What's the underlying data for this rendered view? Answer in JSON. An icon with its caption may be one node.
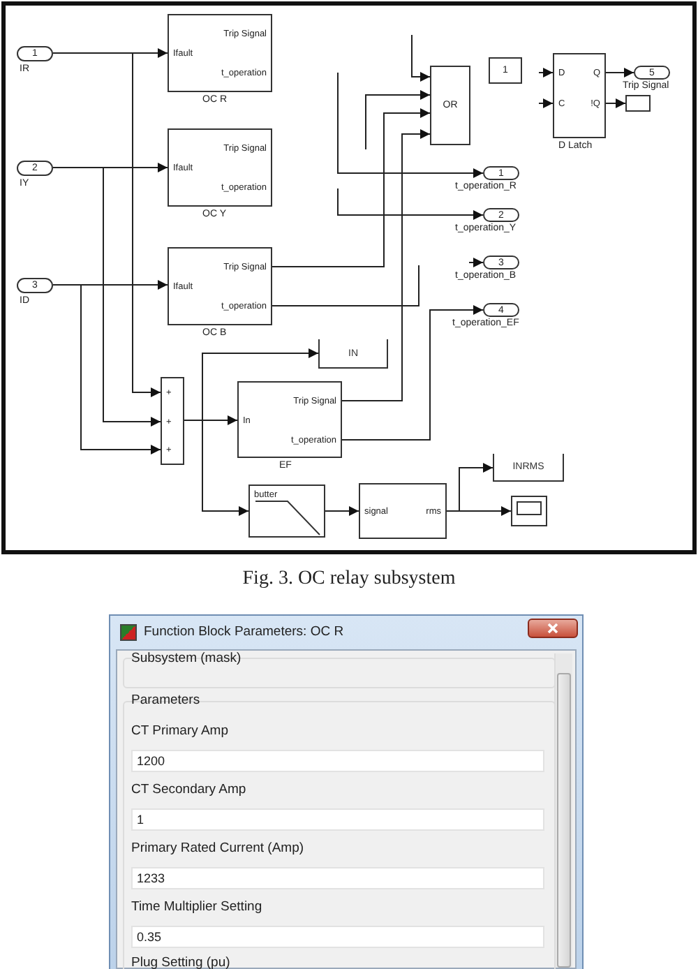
{
  "diagram": {
    "caption": "Fig. 3. OC relay subsystem",
    "nodes": [
      {
        "text": [
          "1"
        ],
        "beside": [
          "IR"
        ]
      },
      {
        "text": [
          "2"
        ],
        "beside": [
          "IY"
        ]
      },
      {
        "text": [
          "3"
        ],
        "beside": [
          "ID"
        ]
      },
      {
        "text": [
          "Ifault",
          "Trip Signal",
          "t_operation"
        ],
        "beside": [
          "OC R"
        ]
      },
      {
        "text": [
          "Ifault",
          "Trip Signal",
          "t_operation"
        ],
        "beside": [
          "OC Y"
        ]
      },
      {
        "text": [
          "Ifault",
          "Trip Signal",
          "t_operation"
        ],
        "beside": [
          "OC B"
        ]
      },
      {
        "text": [
          "OR"
        ]
      },
      {
        "text": [
          "1"
        ]
      },
      {
        "text": [
          "D",
          "C",
          "Q",
          "!Q"
        ],
        "beside": [
          "D Latch"
        ]
      },
      {
        "text": [
          "5"
        ],
        "beside": [
          "Trip Signal"
        ]
      },
      {
        "text": [],
        "shape": "box"
      },
      {
        "text": [
          "1"
        ],
        "beside": [
          "t_operation_R"
        ]
      },
      {
        "text": [
          "2"
        ],
        "beside": [
          "t_operation_Y"
        ]
      },
      {
        "text": [
          "3"
        ],
        "beside": [
          "t_operation_B"
        ]
      },
      {
        "text": [
          "4"
        ],
        "beside": [
          "t_operation_EF"
        ]
      },
      {
        "text": [
          "IN"
        ]
      },
      {
        "text": [
          "+",
          "+",
          "+"
        ]
      },
      {
        "text": [
          "In",
          "Trip Signal",
          "t_operation"
        ],
        "beside": [
          "EF"
        ]
      },
      {
        "text": [
          "butter"
        ]
      },
      {
        "text": [
          "signal",
          "rms"
        ]
      },
      {
        "text": [
          "INRMS"
        ]
      },
      {
        "text": [],
        "shape": "box"
      }
    ],
    "edges": [
      {
        "from": 0,
        "to": 3,
        "arrow": "to"
      },
      {
        "from": 0,
        "to": 16,
        "arrow": "to"
      },
      {
        "from": 1,
        "to": 4,
        "arrow": "to"
      },
      {
        "from": 1,
        "to": 16,
        "arrow": "to"
      },
      {
        "from": 2,
        "to": 5,
        "arrow": "to"
      },
      {
        "from": 2,
        "to": 16,
        "arrow": "to"
      },
      {
        "from": null,
        "to": 6,
        "arrow": "to"
      },
      {
        "from": null,
        "to": 6,
        "arrow": "to"
      },
      {
        "from": 5,
        "to": 6,
        "arrow": "to"
      },
      {
        "from": 17,
        "to": 6,
        "arrow": "to"
      },
      {
        "from": null,
        "to": 11,
        "arrow": "to"
      },
      {
        "from": null,
        "to": 12,
        "arrow": "to"
      },
      {
        "from": null,
        "to": 13,
        "arrow": "to"
      },
      {
        "from": 5,
        "to": null,
        "arrow": "none"
      },
      {
        "from": 17,
        "to": 14,
        "arrow": "to"
      },
      {
        "from": 16,
        "to": 17,
        "arrow": "to"
      },
      {
        "from": 16,
        "to": 15,
        "arrow": "to"
      },
      {
        "from": 16,
        "to": 18,
        "arrow": "to"
      },
      {
        "from": 18,
        "to": 19,
        "arrow": "to"
      },
      {
        "from": 19,
        "to": 20,
        "arrow": "to"
      },
      {
        "from": 19,
        "to": 21,
        "arrow": "to"
      },
      {
        "from": null,
        "to": 8,
        "arrow": "to"
      },
      {
        "from": null,
        "to": 8,
        "arrow": "to"
      },
      {
        "from": 8,
        "to": 9,
        "arrow": "to"
      },
      {
        "from": 8,
        "to": 10,
        "arrow": "to"
      }
    ],
    "labels": [
      "Function Block Parameters: OC R",
      "Subsystem (mask)",
      "Parameters",
      "CT Primary Amp",
      "1200",
      "CT Secondary Amp",
      "1",
      "Primary Rated Current (Amp)",
      "1233",
      "Time Multiplier Setting",
      "0.35",
      "Plug Setting (pu)"
    ]
  }
}
